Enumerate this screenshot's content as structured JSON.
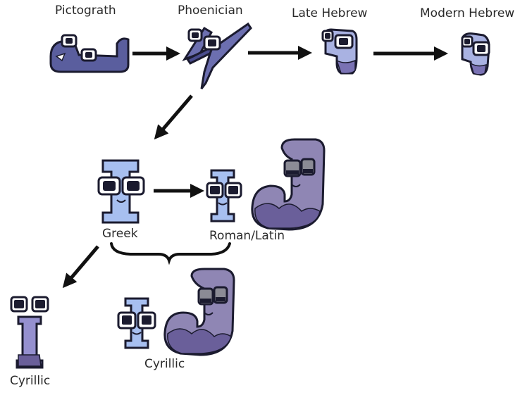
{
  "labels": {
    "pictograph": "Pictograth",
    "phoenician": "Phoenician",
    "late_hebrew": "Late Hebrew",
    "modern_hebrew": "Modern Hebrew",
    "greek": "Greek",
    "roman_latin": "Roman/Latin",
    "cyrillic_left": "Cyrillic",
    "cyrillic_bottom": "Cyrillic"
  },
  "colors": {
    "outline": "#1b1b2f",
    "pictograph_body": "#5a5e9e",
    "phoenician_body": "#6c6fb0",
    "hebrew_body": "#a9b2e2",
    "greek_body": "#a7bff0",
    "latin_j_body": "#8f86b4",
    "cyrillic_body": "#9590cf",
    "arrow": "#111111"
  }
}
